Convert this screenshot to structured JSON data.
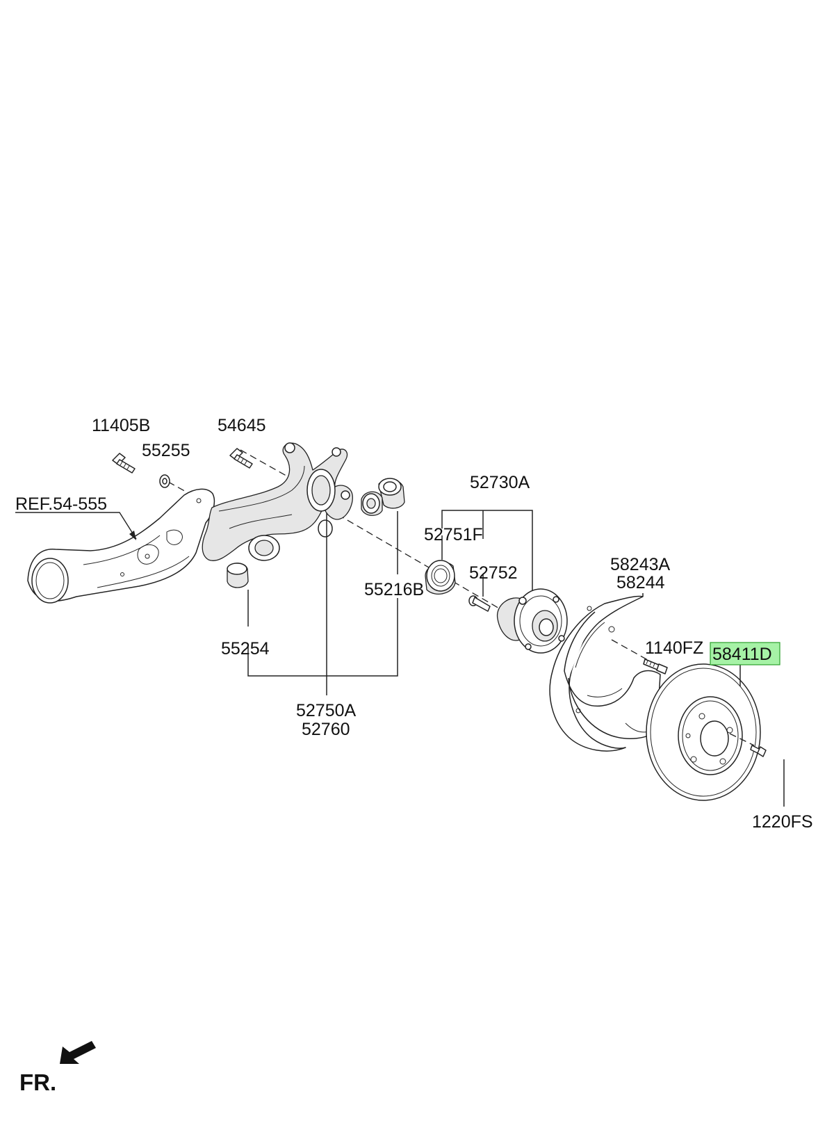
{
  "parts": {
    "p11405b": "11405B",
    "p54645": "54645",
    "p55255": "55255",
    "ref54555": "REF.54-555",
    "p52730a": "52730A",
    "p52751f": "52751F",
    "p52752": "52752",
    "p55216b": "55216B",
    "p58243a": "58243A",
    "p58244": "58244",
    "p1140fz": "1140FZ",
    "p58411d": "58411D",
    "p55254": "55254",
    "p52750a": "52750A",
    "p52760": "52760",
    "p1220fs": "1220FS"
  },
  "direction": "FR.",
  "highlight": {
    "part": "58411D",
    "fill": "#a6f2a6",
    "border": "#2ca02c"
  }
}
